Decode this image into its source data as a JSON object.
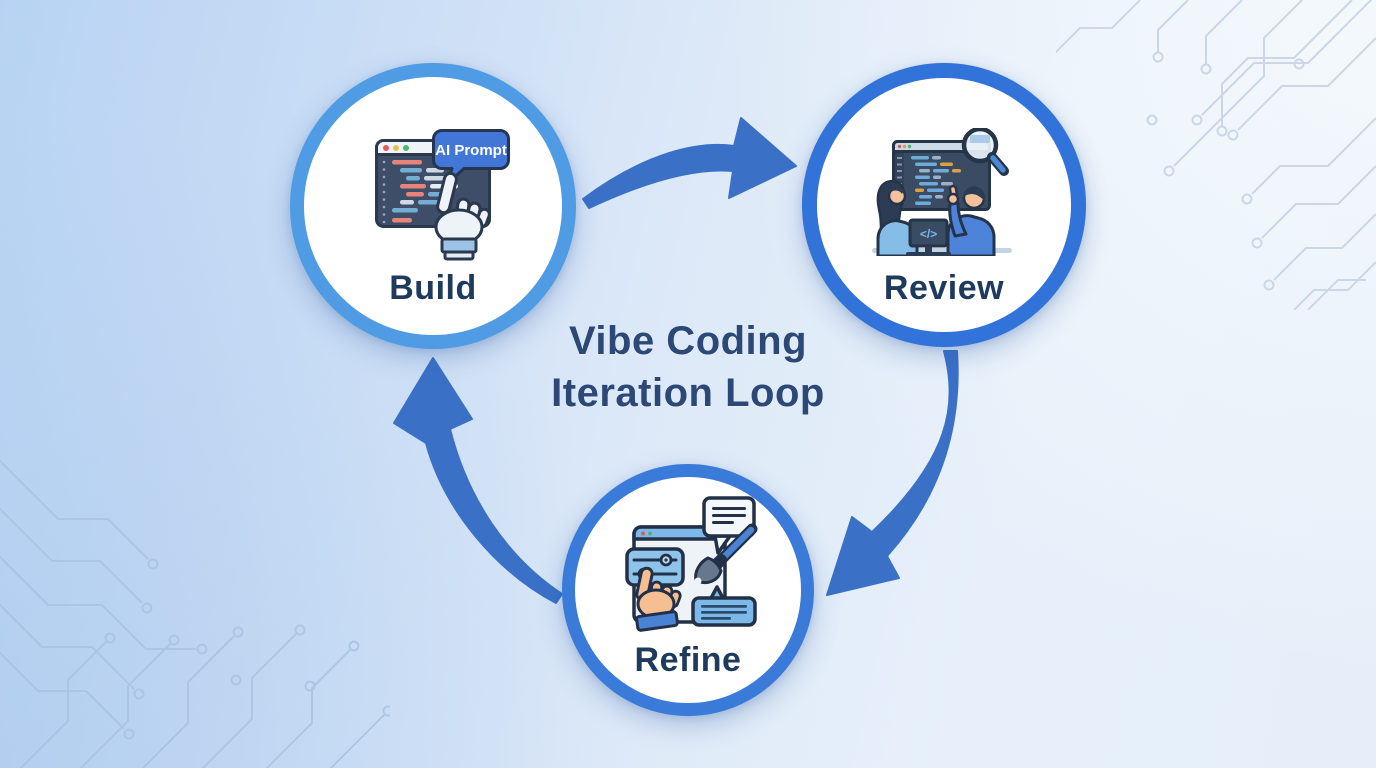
{
  "title": {
    "line1": "Vibe Coding",
    "line2": "Iteration Loop"
  },
  "nodes": {
    "build": {
      "label": "Build",
      "bubble_text": "AI Prompt"
    },
    "review": {
      "label": "Review",
      "laptop_glyph": "</>"
    },
    "refine": {
      "label": "Refine"
    }
  },
  "diagram": {
    "type": "cycle",
    "steps": [
      {
        "label": "Build",
        "icon": "code-editor-with-ai-prompt-bubble-and-robot-hand-icon"
      },
      {
        "label": "Review",
        "icon": "two-reviewers-inspecting-code-screen-with-magnifier-icon"
      },
      {
        "label": "Refine",
        "icon": "ui-window-with-slider-card-paintbrush-and-pointing-hand-icon"
      }
    ],
    "arrows": [
      {
        "from": "Build",
        "to": "Review"
      },
      {
        "from": "Review",
        "to": "Refine"
      },
      {
        "from": "Refine",
        "to": "Build"
      }
    ],
    "background": "light-blue-gradient-with-circuit-traces"
  },
  "colors": {
    "arrow_blue": "#3a71c7",
    "build_ring": "#4f9ce4",
    "review_ring": "#3173d9",
    "refine_ring": "#3a7bda",
    "title_text": "#2b4876",
    "label_text": "#1e3a5c",
    "bubble_blue": "#4277d8",
    "background_left": "#b7d3f3",
    "background_right": "#e9f1f9"
  }
}
